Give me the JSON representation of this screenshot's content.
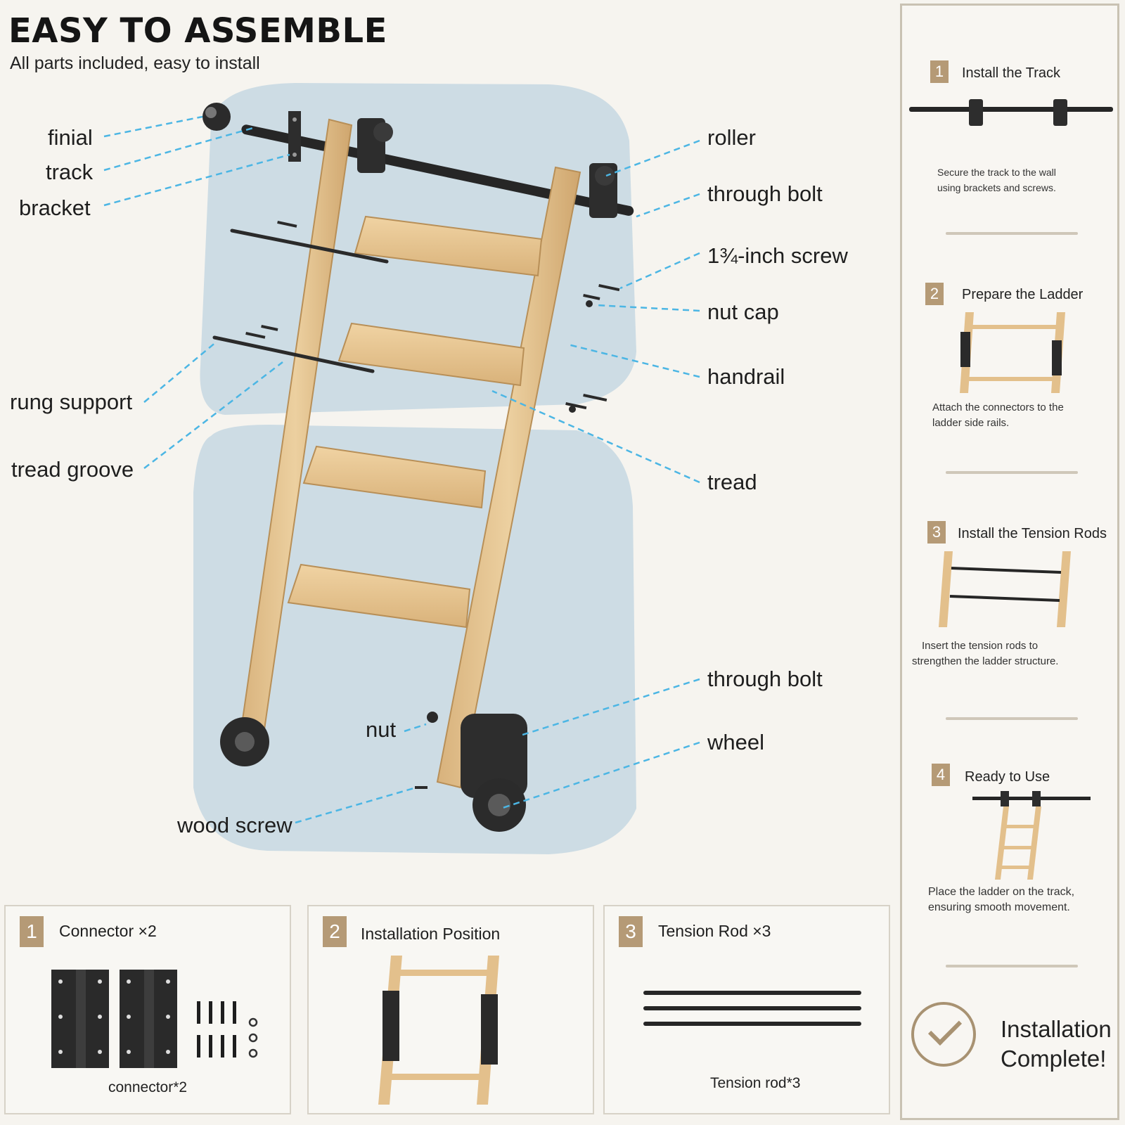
{
  "header": {
    "title": "EASY TO ASSEMBLE",
    "subtitle": "All parts included, easy to install"
  },
  "labels": {
    "finial": "finial",
    "track": "track",
    "bracket": "bracket",
    "rung_support": "rung support",
    "tread_groove": "tread groove",
    "roller": "roller",
    "through_bolt_top": "through bolt",
    "screw": "1¾-inch screw",
    "nut_cap": "nut cap",
    "handrail": "handrail",
    "tread": "tread",
    "through_bolt_bottom": "through bolt",
    "wheel": "wheel",
    "nut": "nut",
    "wood_screw": "wood screw"
  },
  "steps": [
    {
      "num": "1",
      "title": "Install the Track",
      "desc": [
        "Secure the track to the wall",
        "using brackets and screws."
      ]
    },
    {
      "num": "2",
      "title": "Prepare the Ladder",
      "desc": [
        "Attach the connectors to the",
        "ladder side rails."
      ]
    },
    {
      "num": "3",
      "title": "Install the Tension Rods",
      "desc": [
        "Insert the tension rods to",
        "strengthen the ladder structure."
      ]
    },
    {
      "num": "4",
      "title": "Ready to Use",
      "desc": [
        "Place the ladder on the track,",
        "ensuring smooth movement."
      ]
    }
  ],
  "complete": [
    "Installation",
    "Complete!"
  ],
  "panels": [
    {
      "num": "1",
      "title": "Connector ×2",
      "caption": "connector*2"
    },
    {
      "num": "2",
      "title": "Installation Position",
      "caption": ""
    },
    {
      "num": "3",
      "title": "Tension Rod ×3",
      "caption": "Tension rod*3"
    }
  ],
  "colors": {
    "wood": "#e3c08c",
    "wood_dark": "#c79d63",
    "metal": "#262626",
    "callout": "#4cb6e4",
    "backdrop": "#cddce4",
    "badge": "#b59a76"
  }
}
